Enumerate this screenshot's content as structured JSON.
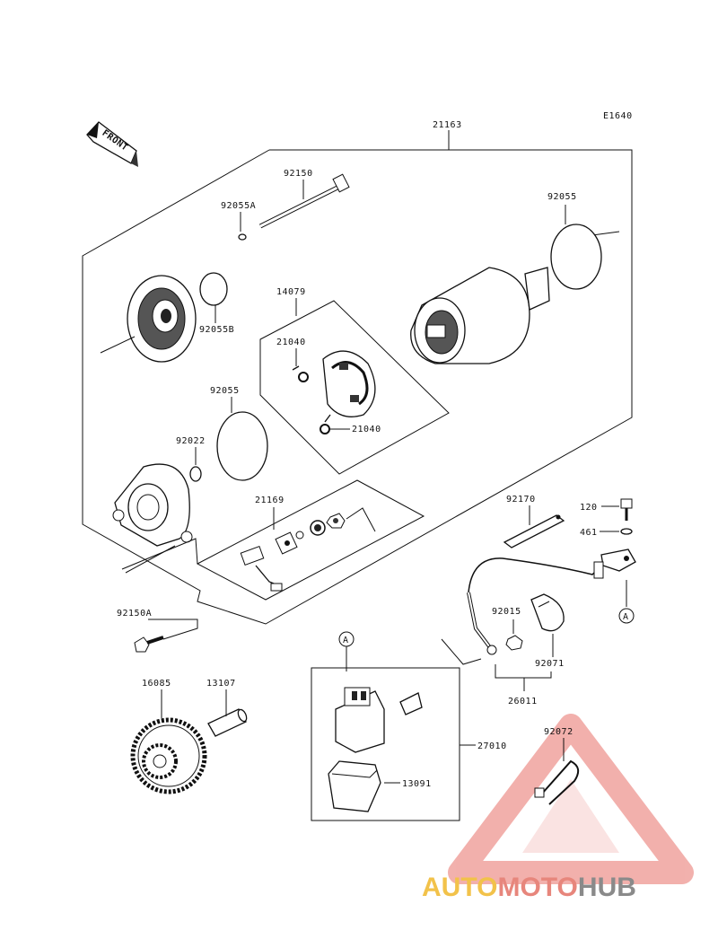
{
  "diagram_code": "E1640",
  "front_arrow_label": "FRONT",
  "callouts": {
    "starter_assy": "21163",
    "bolt": "92150",
    "oring_a": "92055A",
    "oring_b": "92055B",
    "oring_top": "92055",
    "oring_mid": "92055",
    "brush_holder": "14079",
    "spring_top": "21040",
    "spring_bottom": "21040",
    "washer": "92022",
    "brush_kit": "21169",
    "cable": "92170",
    "bolt_small": "120",
    "washer_small": "461",
    "bolt_a": "92150A",
    "nut": "92015",
    "cap": "92071",
    "gear": "16085",
    "shaft": "13107",
    "lead": "26011",
    "relay_assy": "27010",
    "relay_cover": "13091",
    "band": "92072",
    "ref_a1": "A",
    "ref_a2": "A"
  },
  "watermark": {
    "part1": "AUTO",
    "part2": "MOTO",
    "part3": "HUB"
  }
}
